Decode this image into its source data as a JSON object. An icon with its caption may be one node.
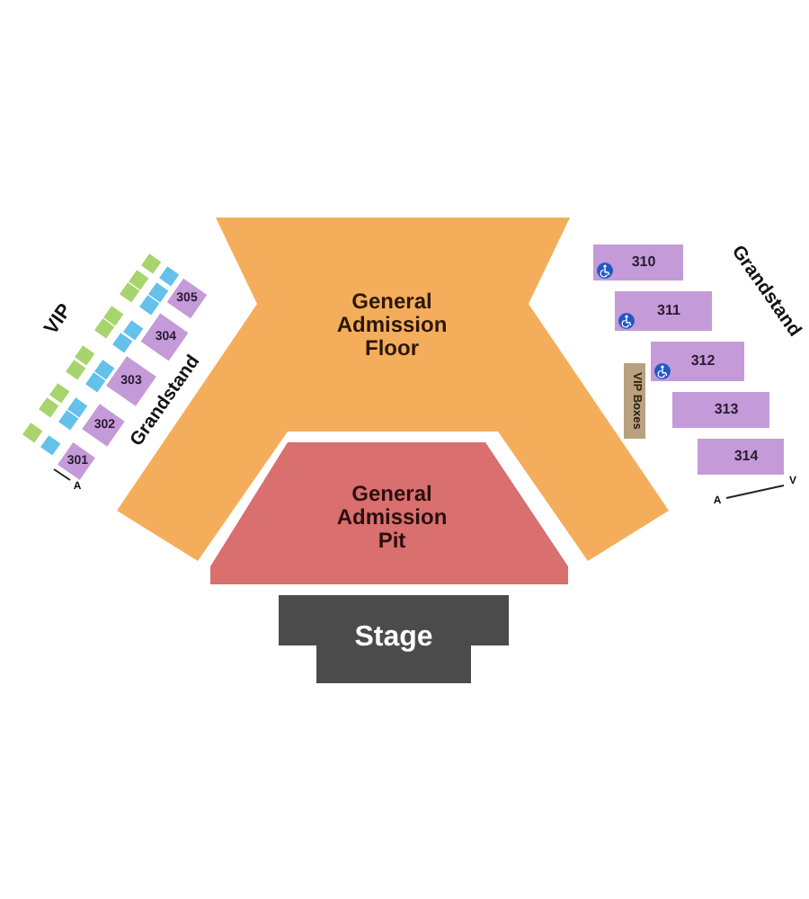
{
  "diagram": {
    "nodes": [
      {
        "text": [
          "General Admission Floor"
        ]
      },
      {
        "text": [
          "General Admission Pit"
        ]
      },
      {
        "text": [
          "Stage"
        ]
      },
      {
        "text": [
          "301"
        ]
      },
      {
        "text": [
          "302"
        ]
      },
      {
        "text": [
          "303"
        ]
      },
      {
        "text": [
          "304"
        ]
      },
      {
        "text": [
          "305"
        ]
      },
      {
        "text": [],
        "shape": "box"
      },
      {
        "text": [],
        "shape": "box"
      },
      {
        "text": [],
        "shape": "box"
      },
      {
        "text": [],
        "shape": "box"
      },
      {
        "text": [],
        "shape": "box"
      },
      {
        "text": [],
        "shape": "box"
      },
      {
        "text": [],
        "shape": "box"
      },
      {
        "text": [],
        "shape": "box"
      },
      {
        "text": [],
        "shape": "box"
      },
      {
        "text": [],
        "shape": "box"
      },
      {
        "text": [],
        "shape": "box"
      },
      {
        "text": [],
        "shape": "box"
      },
      {
        "text": [],
        "shape": "box"
      },
      {
        "text": [],
        "shape": "box"
      },
      {
        "text": [],
        "shape": "box"
      },
      {
        "text": [],
        "shape": "box"
      },
      {
        "text": [],
        "shape": "box"
      },
      {
        "text": [],
        "shape": "box"
      },
      {
        "text": [],
        "shape": "box"
      },
      {
        "text": [],
        "shape": "box"
      },
      {
        "text": [
          "310"
        ]
      },
      {
        "text": [
          "311"
        ]
      },
      {
        "text": [
          "312"
        ]
      },
      {
        "text": [
          "313"
        ]
      },
      {
        "text": [
          "314"
        ]
      },
      {
        "text": [
          "VIP Boxes"
        ]
      }
    ],
    "labels": [
      "VIP",
      "Grandstand",
      "A",
      "Grandstand",
      "A",
      "V"
    ]
  }
}
